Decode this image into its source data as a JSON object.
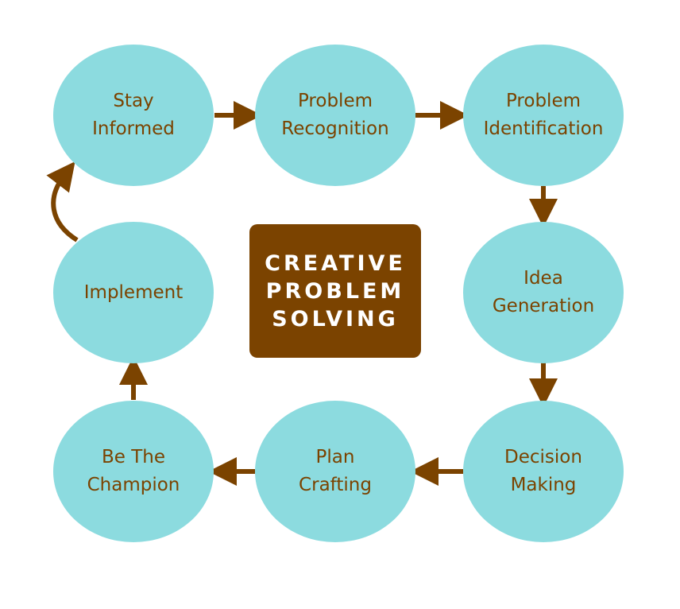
{
  "colors": {
    "node_fill": "#8cdbdf",
    "text_brown": "#7b4300",
    "arrow_brown": "#7b4300",
    "center_fill": "#7b4300",
    "center_text": "#ffffff"
  },
  "center": {
    "lines": [
      "CREATIVE",
      "PROBLEM",
      "SOLVING"
    ]
  },
  "steps": [
    {
      "label": "Stay\nInformed"
    },
    {
      "label": "Problem\nRecognition"
    },
    {
      "label": "Problem\nIdentification"
    },
    {
      "label": "Idea\nGeneration"
    },
    {
      "label": "Decision\nMaking"
    },
    {
      "label": "Plan\nCrafting"
    },
    {
      "label": "Be The\nChampion"
    },
    {
      "label": "Implement"
    }
  ]
}
